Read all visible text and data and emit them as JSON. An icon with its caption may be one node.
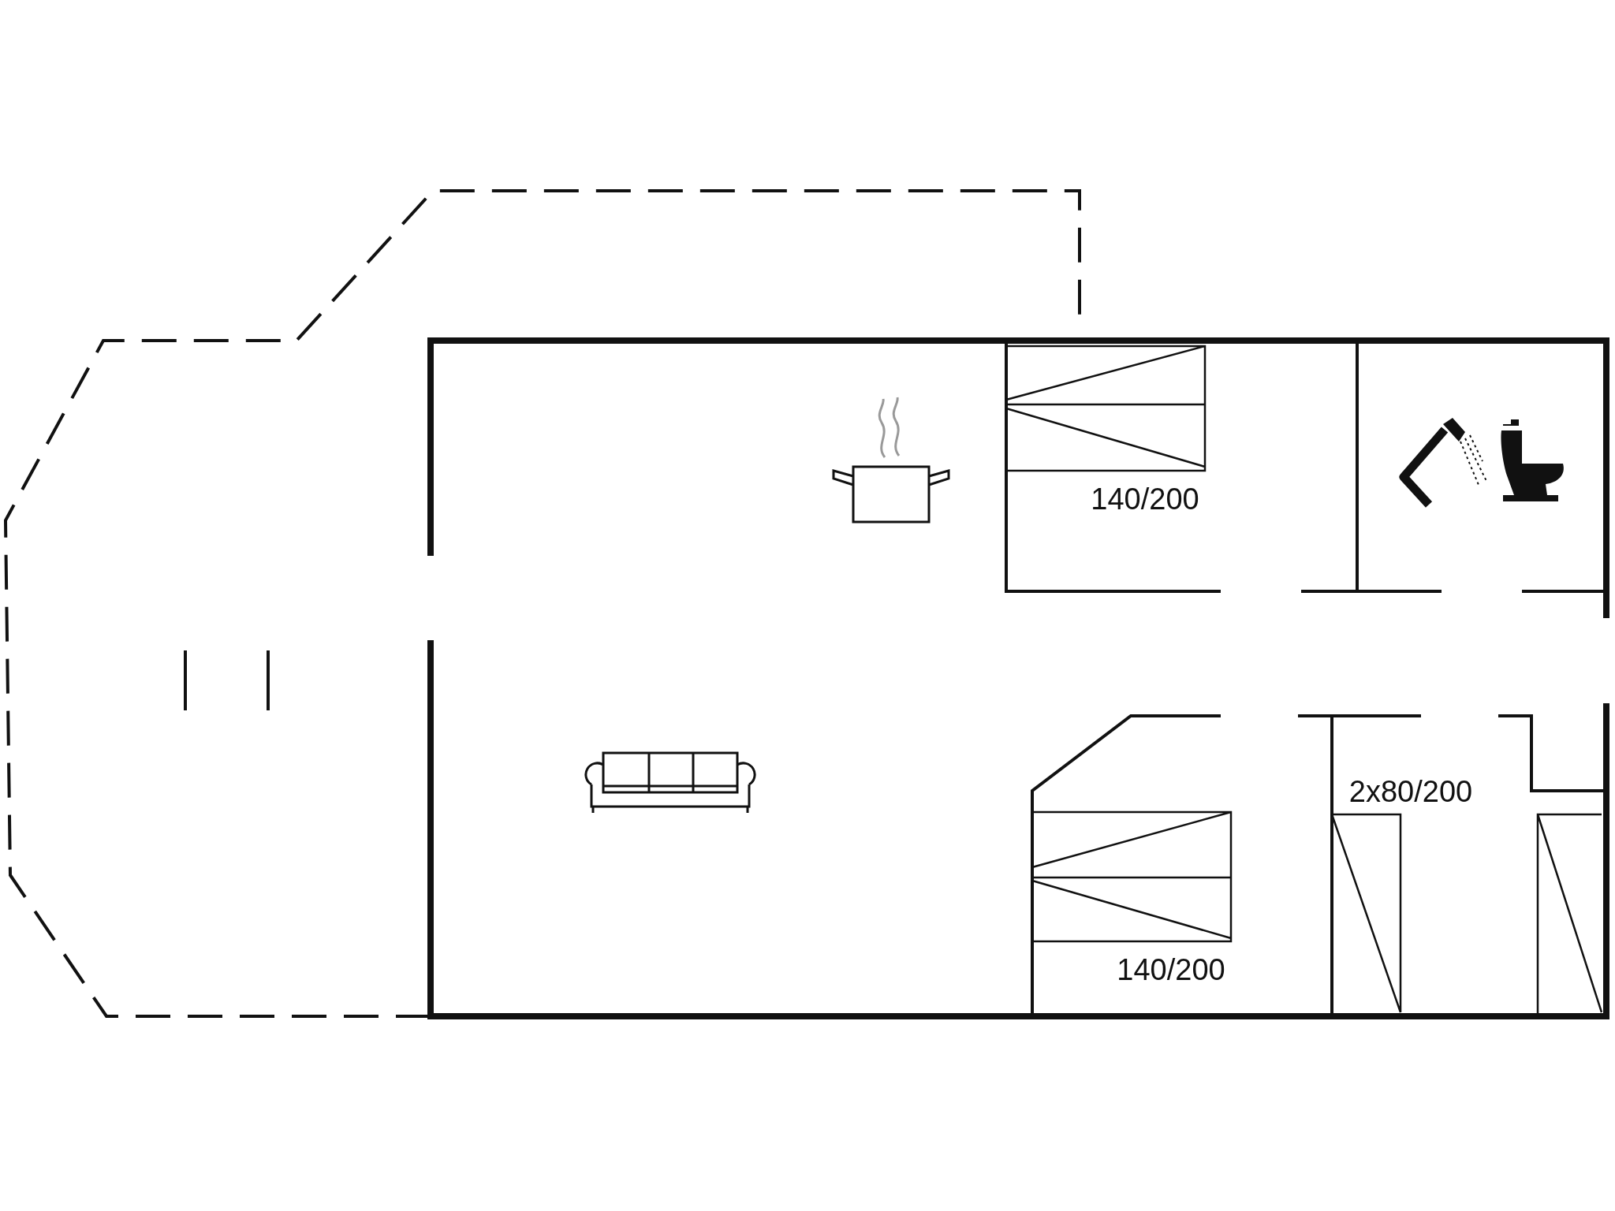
{
  "diagram": {
    "labels": [
      "140/200",
      "140/200",
      "2x80/200"
    ]
  }
}
